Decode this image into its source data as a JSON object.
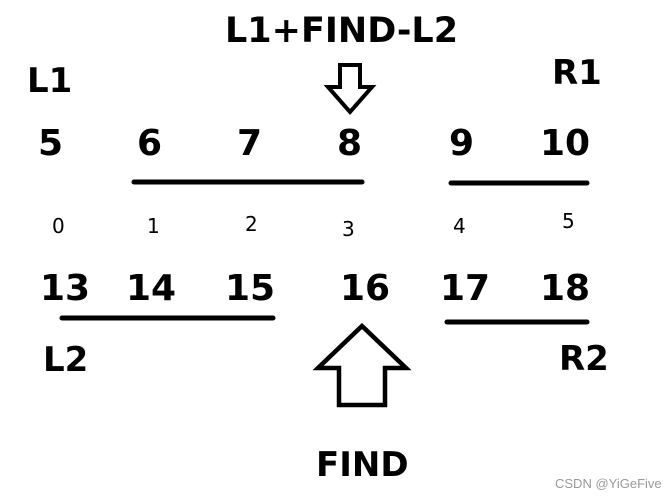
{
  "title": "L1+FIND-L2",
  "labels": {
    "l1": "L1",
    "r1": "R1",
    "l2": "L2",
    "r2": "R2",
    "find": "FIND"
  },
  "top_row": [
    "5",
    "6",
    "7",
    "8",
    "9",
    "10"
  ],
  "indices": [
    "0",
    "1",
    "2",
    "3",
    "4",
    "5"
  ],
  "bottom_row": [
    "13",
    "14",
    "15",
    "16",
    "17",
    "18"
  ],
  "watermark": "CSDN @YiGeFive",
  "colors": {
    "ink": "#000000",
    "watermark": "#999999",
    "background": "#ffffff"
  }
}
